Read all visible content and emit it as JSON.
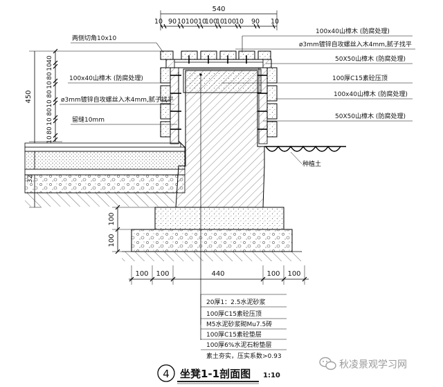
{
  "top_dimensions": {
    "total": "540",
    "segments": [
      "10",
      "90",
      "10",
      "100",
      "10",
      "100",
      "10",
      "100",
      "10",
      "90",
      "10"
    ]
  },
  "left_dimensions": {
    "total": "450",
    "stack": [
      "40",
      "10",
      "80",
      "10",
      "80",
      "10",
      "80",
      "10",
      "80",
      "10"
    ],
    "base": "320"
  },
  "bottom_dimensions": {
    "segments": [
      "100",
      "100",
      "440",
      "100",
      "100"
    ]
  },
  "footing_dimensions": [
    "100",
    "100"
  ],
  "callouts_left": [
    "两侧切角10x10",
    "100x40山樟木 (防腐处理)",
    "ø3mm镀锌自攻螺丝入木4mm,腻子找平",
    "留缝10mm"
  ],
  "callouts_right": [
    "100x40山樟木 (防腐处理)",
    "ø3mm镀锌自攻螺丝入木4mm,腻子找平",
    "50X50山樟木 (防腐处理)",
    "100厚C15素砼压顶",
    "100x40山樟木 (防腐处理)",
    "50X50山樟木 (防腐处理)"
  ],
  "ground_label": "种植土",
  "layers": [
    "20厚1：2.5水泥砂浆",
    "100厚C15素砼压顶",
    "M5水泥砂浆砌Mu7.5砖",
    "100厚C15素砼垫层",
    "100厚6%水泥石粉垫层",
    "素土夯实，压实系数>0.93"
  ],
  "title": {
    "number": "4",
    "text": "坐凳1-1剖面图",
    "scale": "1:10"
  },
  "watermark": "秋凌景观学习网"
}
